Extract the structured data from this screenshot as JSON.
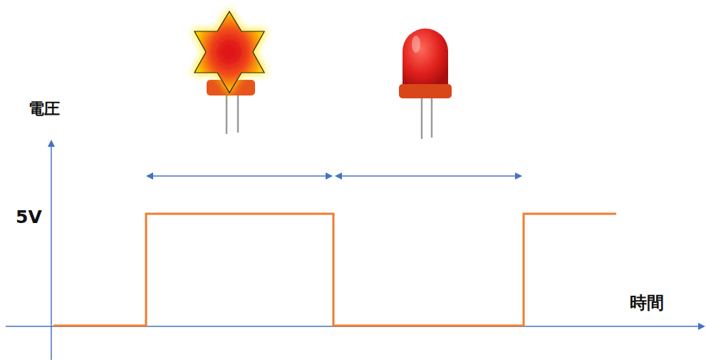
{
  "diagram": {
    "labels": [
      "電圧",
      "5V",
      "時間"
    ]
  }
}
